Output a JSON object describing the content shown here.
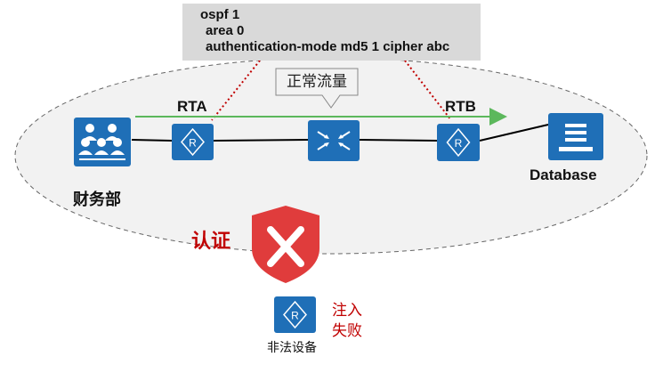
{
  "config_box": {
    "line1": "ospf 1",
    "line2": "area 0",
    "line3": "authentication-mode md5 1 cipher abc"
  },
  "callout": {
    "text": "正常流量"
  },
  "labels": {
    "rta": "RTA",
    "rtb": "RTB",
    "database": "Database",
    "finance": "财务部",
    "auth": "认证",
    "illegal_device": "非法设备",
    "inject_fail_1": "注入",
    "inject_fail_2": "失败"
  },
  "icons": {
    "router_rta": "router-icon",
    "router_rtb": "router-icon",
    "router_illegal": "router-icon",
    "switch": "switch-icon",
    "database": "database-icon",
    "users": "users-icon",
    "deny": "shield-x-icon"
  },
  "colors": {
    "device_blue": "#1f6fb7",
    "traffic_green": "#5cb85c",
    "dotted_red": "#c00000",
    "ellipse_fill": "#f2f2f2",
    "shield_red": "#e03c3c"
  }
}
